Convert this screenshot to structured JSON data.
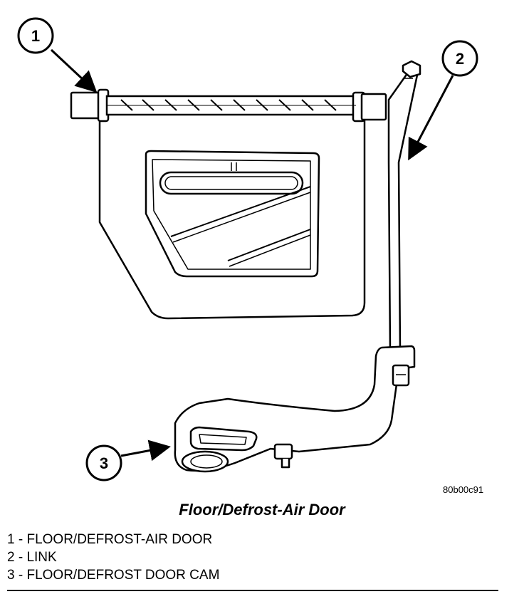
{
  "callouts": [
    {
      "number": "1"
    },
    {
      "number": "2"
    },
    {
      "number": "3"
    }
  ],
  "figure_code": "80b00c91",
  "figure_title": "Floor/Defrost-Air Door",
  "legend": [
    {
      "num": "1",
      "text": " - FLOOR/DEFROST-AIR DOOR"
    },
    {
      "num": "2",
      "text": " - LINK"
    },
    {
      "num": "3",
      "text": " - FLOOR/DEFROST DOOR CAM"
    }
  ]
}
